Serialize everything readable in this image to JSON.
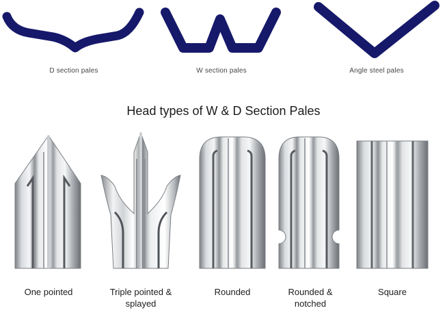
{
  "section_profiles": [
    {
      "id": "d",
      "caption": "D section pales",
      "icon": "d-section-profile-icon"
    },
    {
      "id": "w",
      "caption": "W section pales",
      "icon": "w-section-profile-icon"
    },
    {
      "id": "angle",
      "caption": "Angle steel pales",
      "icon": "angle-steel-profile-icon"
    }
  ],
  "title": "Head types of  W & D Section Pales",
  "head_types": [
    {
      "id": "one-pointed",
      "caption": "One pointed"
    },
    {
      "id": "triple-pointed",
      "caption": "Triple pointed & splayed"
    },
    {
      "id": "rounded",
      "caption": "Rounded"
    },
    {
      "id": "rounded-notched",
      "caption": "Rounded & notched"
    },
    {
      "id": "square",
      "caption": "Square"
    }
  ],
  "colors": {
    "profile_stroke": "#16196a",
    "steel_light": "#e9ebed",
    "steel_dark": "#6f7377"
  }
}
